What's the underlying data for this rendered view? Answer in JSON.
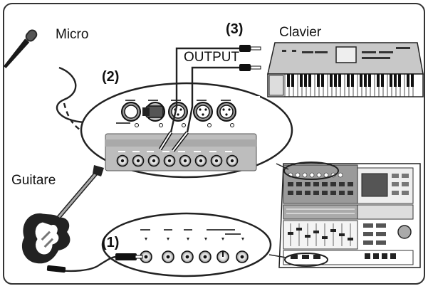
{
  "labels": {
    "micro": "Micro",
    "clavier": "Clavier",
    "guitare": "Guitare",
    "output": "OUTPUT"
  },
  "steps": {
    "one": "(1)",
    "two": "(2)",
    "three": "(3)"
  },
  "colors": {
    "outline": "#1a1a1a",
    "panel_gray": "#bdbdbd",
    "dark_gray": "#7a7a7a",
    "border": "#333333"
  }
}
